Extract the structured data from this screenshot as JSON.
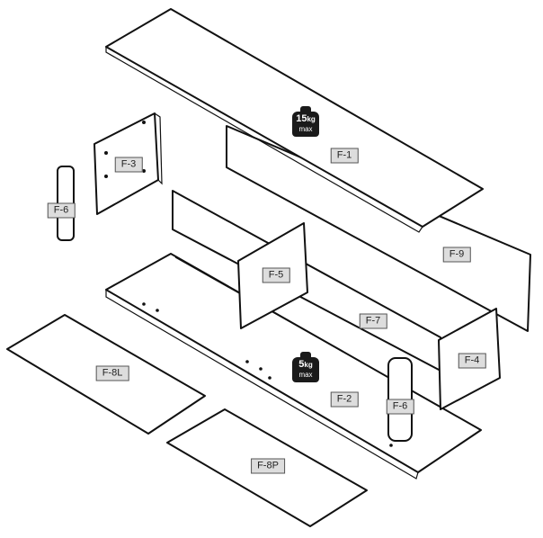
{
  "parts": {
    "f1": "F-1",
    "f2": "F-2",
    "f3": "F-3",
    "f4": "F-4",
    "f5": "F-5",
    "f6_left": "F-6",
    "f6_right": "F-6",
    "f7": "F-7",
    "f8l": "F-8L",
    "f8p": "F-8P",
    "f9": "F-9"
  },
  "weights": {
    "top": {
      "value": "15",
      "unit": "kg",
      "note": "max"
    },
    "base": {
      "value": "5",
      "unit": "kg",
      "note": "max"
    }
  }
}
